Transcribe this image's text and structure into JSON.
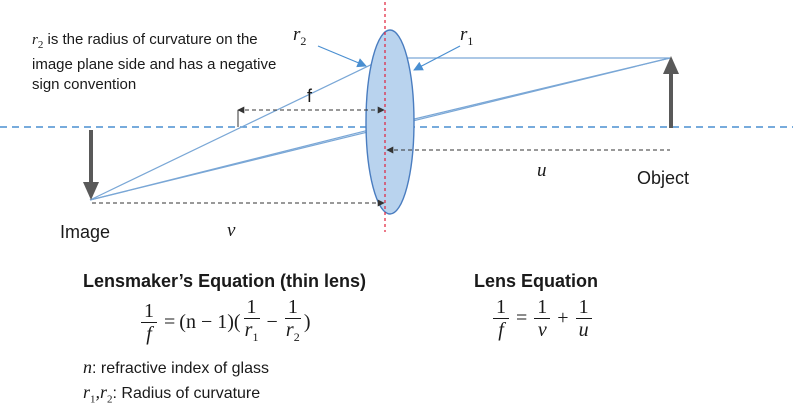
{
  "note": {
    "symbol": "r",
    "symbol_sub": "2",
    "text": " is the radius of curvature on the image plane side and has a negative sign convention"
  },
  "labels": {
    "r2": {
      "base": "r",
      "sub": "2"
    },
    "r1": {
      "base": "r",
      "sub": "1"
    },
    "f": "f",
    "u": "u",
    "v": "v",
    "object": "Object",
    "image": "Image"
  },
  "lensmaker": {
    "heading": "Lensmaker’s Equation (thin lens)",
    "lhs_num": "1",
    "lhs_den": "f",
    "equals": "=",
    "factor": "(n − 1)(",
    "t1_num": "1",
    "t1_den": "r",
    "t1_sub": "1",
    "minus": "−",
    "t2_num": "1",
    "t2_den": "r",
    "t2_sub": "2",
    "close": ")"
  },
  "definitions": {
    "n_symbol": "n",
    "n_text": ": refractive index of glass",
    "r_symbol_a": "r",
    "r_sub_a": "1",
    "r_comma": ",",
    "r_symbol_b": "r",
    "r_sub_b": "2",
    "r_text": ": Radius of curvature"
  },
  "lens_eq": {
    "heading": "Lens Equation",
    "lhs_num": "1",
    "lhs_den": "f",
    "equals": "=",
    "t1_num": "1",
    "t1_den": "v",
    "plus": "+",
    "t2_num": "1",
    "t2_den": "u"
  },
  "colors": {
    "axis": "#4a8fd1",
    "lens_fill": "#b9d3ee",
    "lens_stroke": "#4a7dc0",
    "rays": "#7aa7d6",
    "center_line": "#e0203a",
    "arrows": "#595959",
    "dims": "#333333"
  }
}
